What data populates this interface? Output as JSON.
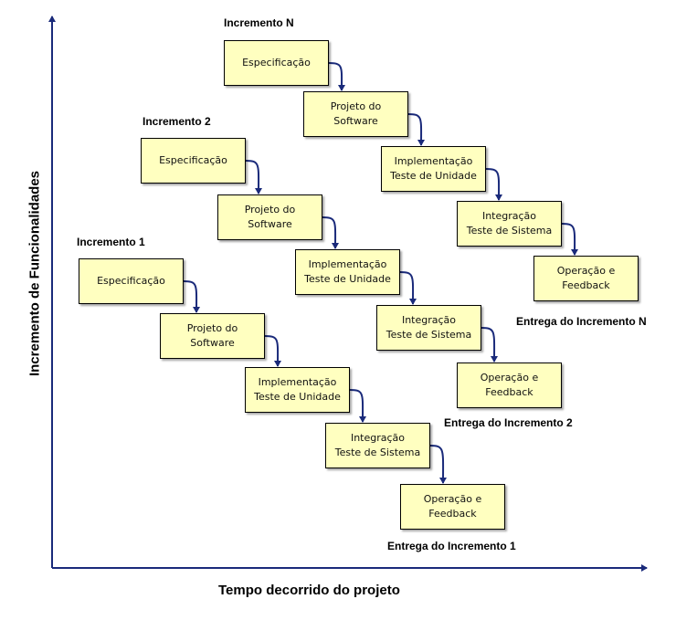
{
  "axes": {
    "x_title": "Tempo decorrido do projeto",
    "y_title": "Incremento de Funcionalidades",
    "color": "#1a2a7a"
  },
  "increments": [
    {
      "label": "Incremento 1",
      "delivery": "Entrega do Incremento 1",
      "steps": [
        "Especificação",
        "Projeto do\nSoftware",
        "Implementação\nTeste de Unidade",
        "Integração\nTeste de Sistema",
        "Operação e\nFeedback"
      ]
    },
    {
      "label": "Incremento 2",
      "delivery": "Entrega do Incremento 2",
      "steps": [
        "Especificação",
        "Projeto do\nSoftware",
        "Implementação\nTeste de Unidade",
        "Integração\nTeste de Sistema",
        "Operação e\nFeedback"
      ]
    },
    {
      "label": "Incremento N",
      "delivery": "Entrega do Incremento N",
      "steps": [
        "Especificação",
        "Projeto do\nSoftware",
        "Implementação\nTeste de Unidade",
        "Integração\nTeste de Sistema",
        "Operação e\nFeedback"
      ]
    }
  ],
  "colors": {
    "box_fill": "#ffffc0",
    "arrow": "#1a2a7a"
  }
}
